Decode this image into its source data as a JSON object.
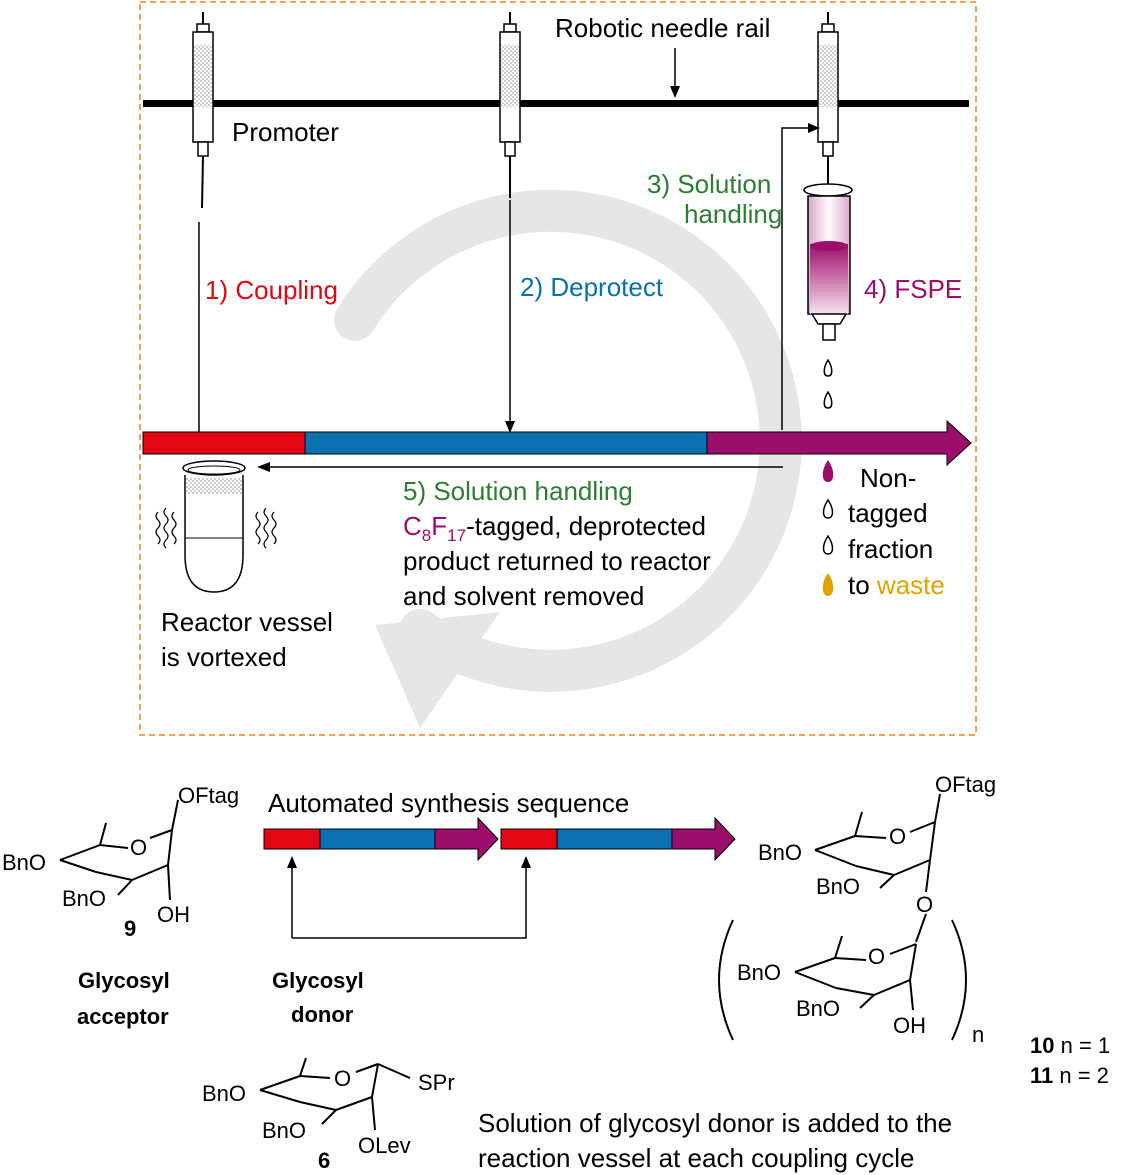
{
  "colors": {
    "coupling": "#e30613",
    "deprotect": "#0a70b0",
    "fspe": "#9b0e6b",
    "solution": "#2e7d32",
    "waste": "#e0a400",
    "frame": "#f08020",
    "cycle": "#e3e3e3"
  },
  "top": {
    "rail_label": "Robotic needle rail",
    "promoter_label": "Promoter",
    "step1": "1) Coupling",
    "step2": "2) Deprotect",
    "step3_line1": "3) Solution",
    "step3_line2": "handling",
    "step4": "4) FSPE",
    "step5_title": "5) Solution handling",
    "step5_tag_c": "C",
    "step5_tag_8": "8",
    "step5_tag_f": "F",
    "step5_tag_17": "17",
    "step5_line1_rest": "-tagged, deprotected",
    "step5_line2": "product returned to reactor",
    "step5_line3": "and solvent removed",
    "reactor_line1": "Reactor vessel",
    "reactor_line2": "is vortexed",
    "legend_non": "Non-",
    "legend_tagged": "tagged",
    "legend_fraction": "fraction",
    "legend_to": "to",
    "legend_waste": "waste"
  },
  "bottom": {
    "auto_seq": "Automated synthesis sequence",
    "c9_oftag": "OFtag",
    "c9_o": "O",
    "c9_bno1": "BnO",
    "c9_bno2": "BnO",
    "c9_oh": "OH",
    "c9_num": "9",
    "acceptor_1": "Glycosyl",
    "acceptor_2": "acceptor",
    "donor_1": "Glycosyl",
    "donor_2": "donor",
    "c6_bno1": "BnO",
    "c6_bno2": "BnO",
    "c6_o": "O",
    "c6_spr": "SPr",
    "c6_olev": "OLev",
    "c6_num": "6",
    "donor_note_1": "Solution of glycosyl donor is added to the",
    "donor_note_2": "reaction vessel at each coupling cycle",
    "p_oftag": "OFtag",
    "p_bno1": "BnO",
    "p_bno2": "BnO",
    "p_o1": "O",
    "p_olink": "O",
    "p_bno3": "BnO",
    "p_bno4": "BnO",
    "p_o2": "O",
    "p_oh": "OH",
    "p_n": "n",
    "p10_num": "10",
    "p10_rest": " n = 1",
    "p11_num": "11",
    "p11_rest": " n = 2"
  }
}
